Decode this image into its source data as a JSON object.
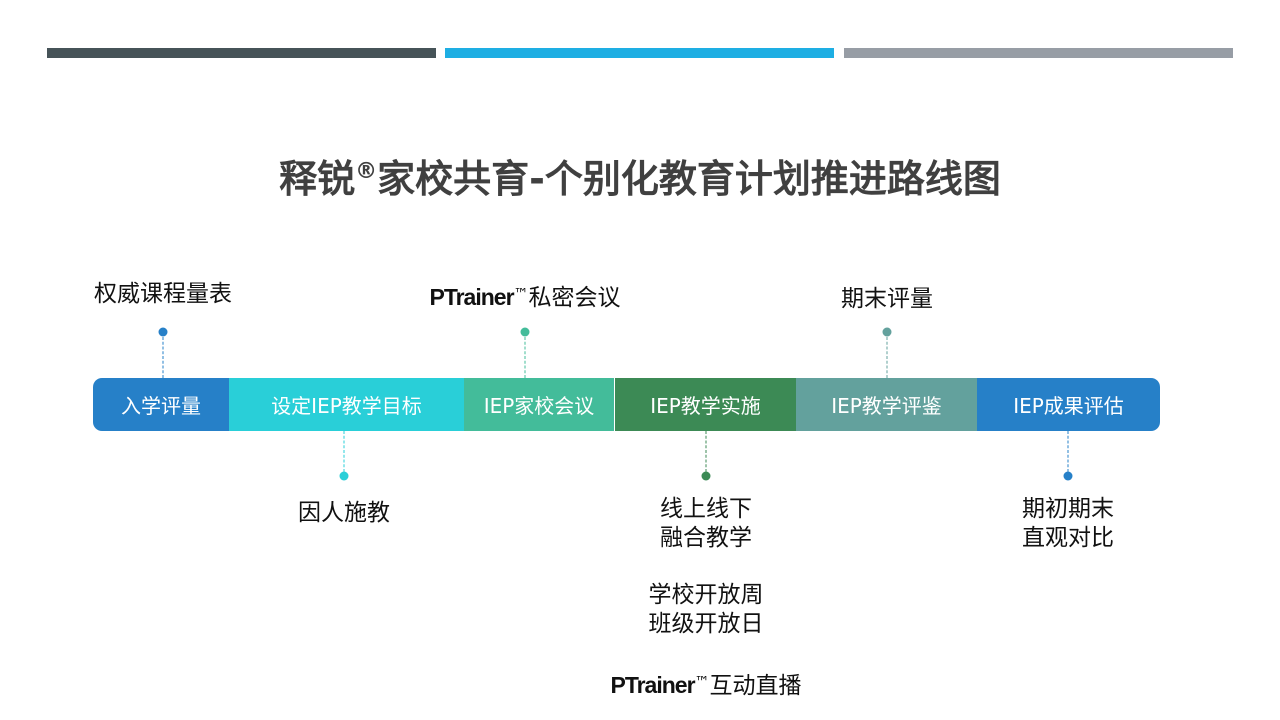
{
  "top_bars": [
    {
      "color": "#465358"
    },
    {
      "color": "#1eaee3"
    },
    {
      "color": "#979da5"
    }
  ],
  "title": {
    "main": "释锐",
    "registered": "®",
    "rest": "家校共育-个别化教育计划推进路线图"
  },
  "timeline": {
    "segments": [
      {
        "label": "入学评量",
        "color": "#2680c8"
      },
      {
        "label": "设定IEP教学目标",
        "color": "#29cfd8"
      },
      {
        "label": "IEP家校会议",
        "color": "#43bc9a"
      },
      {
        "label": "IEP教学实施",
        "color": "#3c8a55"
      },
      {
        "label": "IEP教学评鉴",
        "color": "#63a19d"
      },
      {
        "label": "IEP成果评估",
        "color": "#2680c8"
      }
    ]
  },
  "annotations": {
    "above": [
      {
        "text": "权威课程量表",
        "color": "#2680c8"
      },
      {
        "brand": "PTrainer",
        "tm": "™",
        "text": "私密会议",
        "color": "#43bc9a"
      },
      {
        "text": "期末评量",
        "color": "#63a19d"
      }
    ],
    "below": [
      {
        "lines": [
          "因人施教"
        ],
        "color": "#29cfd8"
      },
      {
        "lines": [
          "线上线下",
          "融合教学"
        ],
        "extra": [
          "学校开放周",
          "班级开放日"
        ],
        "brand": "PTrainer",
        "tm": "™",
        "brand_text": "互动直播",
        "color": "#3c8a55"
      },
      {
        "lines": [
          "期初期末",
          "直观对比"
        ],
        "color": "#2680c8"
      }
    ]
  }
}
